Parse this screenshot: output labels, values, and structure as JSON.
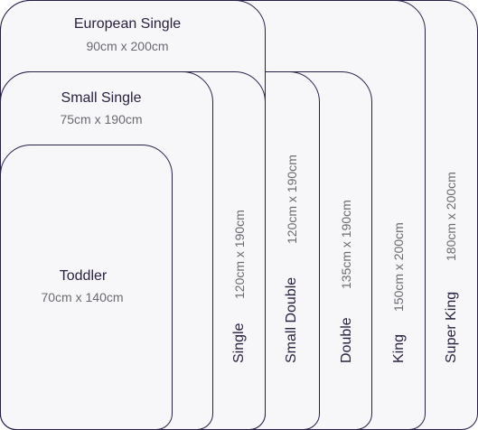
{
  "beds": [
    {
      "id": "super-king",
      "name": "Super King",
      "size": "180cm x 200cm"
    },
    {
      "id": "king",
      "name": "King",
      "size": "150cm x 200cm"
    },
    {
      "id": "double",
      "name": "Double",
      "size": "135cm x 190cm"
    },
    {
      "id": "small-double",
      "name": "Small Double",
      "size": "120cm x 190cm"
    },
    {
      "id": "single",
      "name": "Single",
      "size": "120cm x 190cm"
    },
    {
      "id": "european-single",
      "name": "European Single",
      "size": "90cm x 200cm"
    },
    {
      "id": "small-single",
      "name": "Small Single",
      "size": "75cm x 190cm"
    },
    {
      "id": "toddler",
      "name": "Toddler",
      "size": "70cm x 140cm"
    }
  ]
}
